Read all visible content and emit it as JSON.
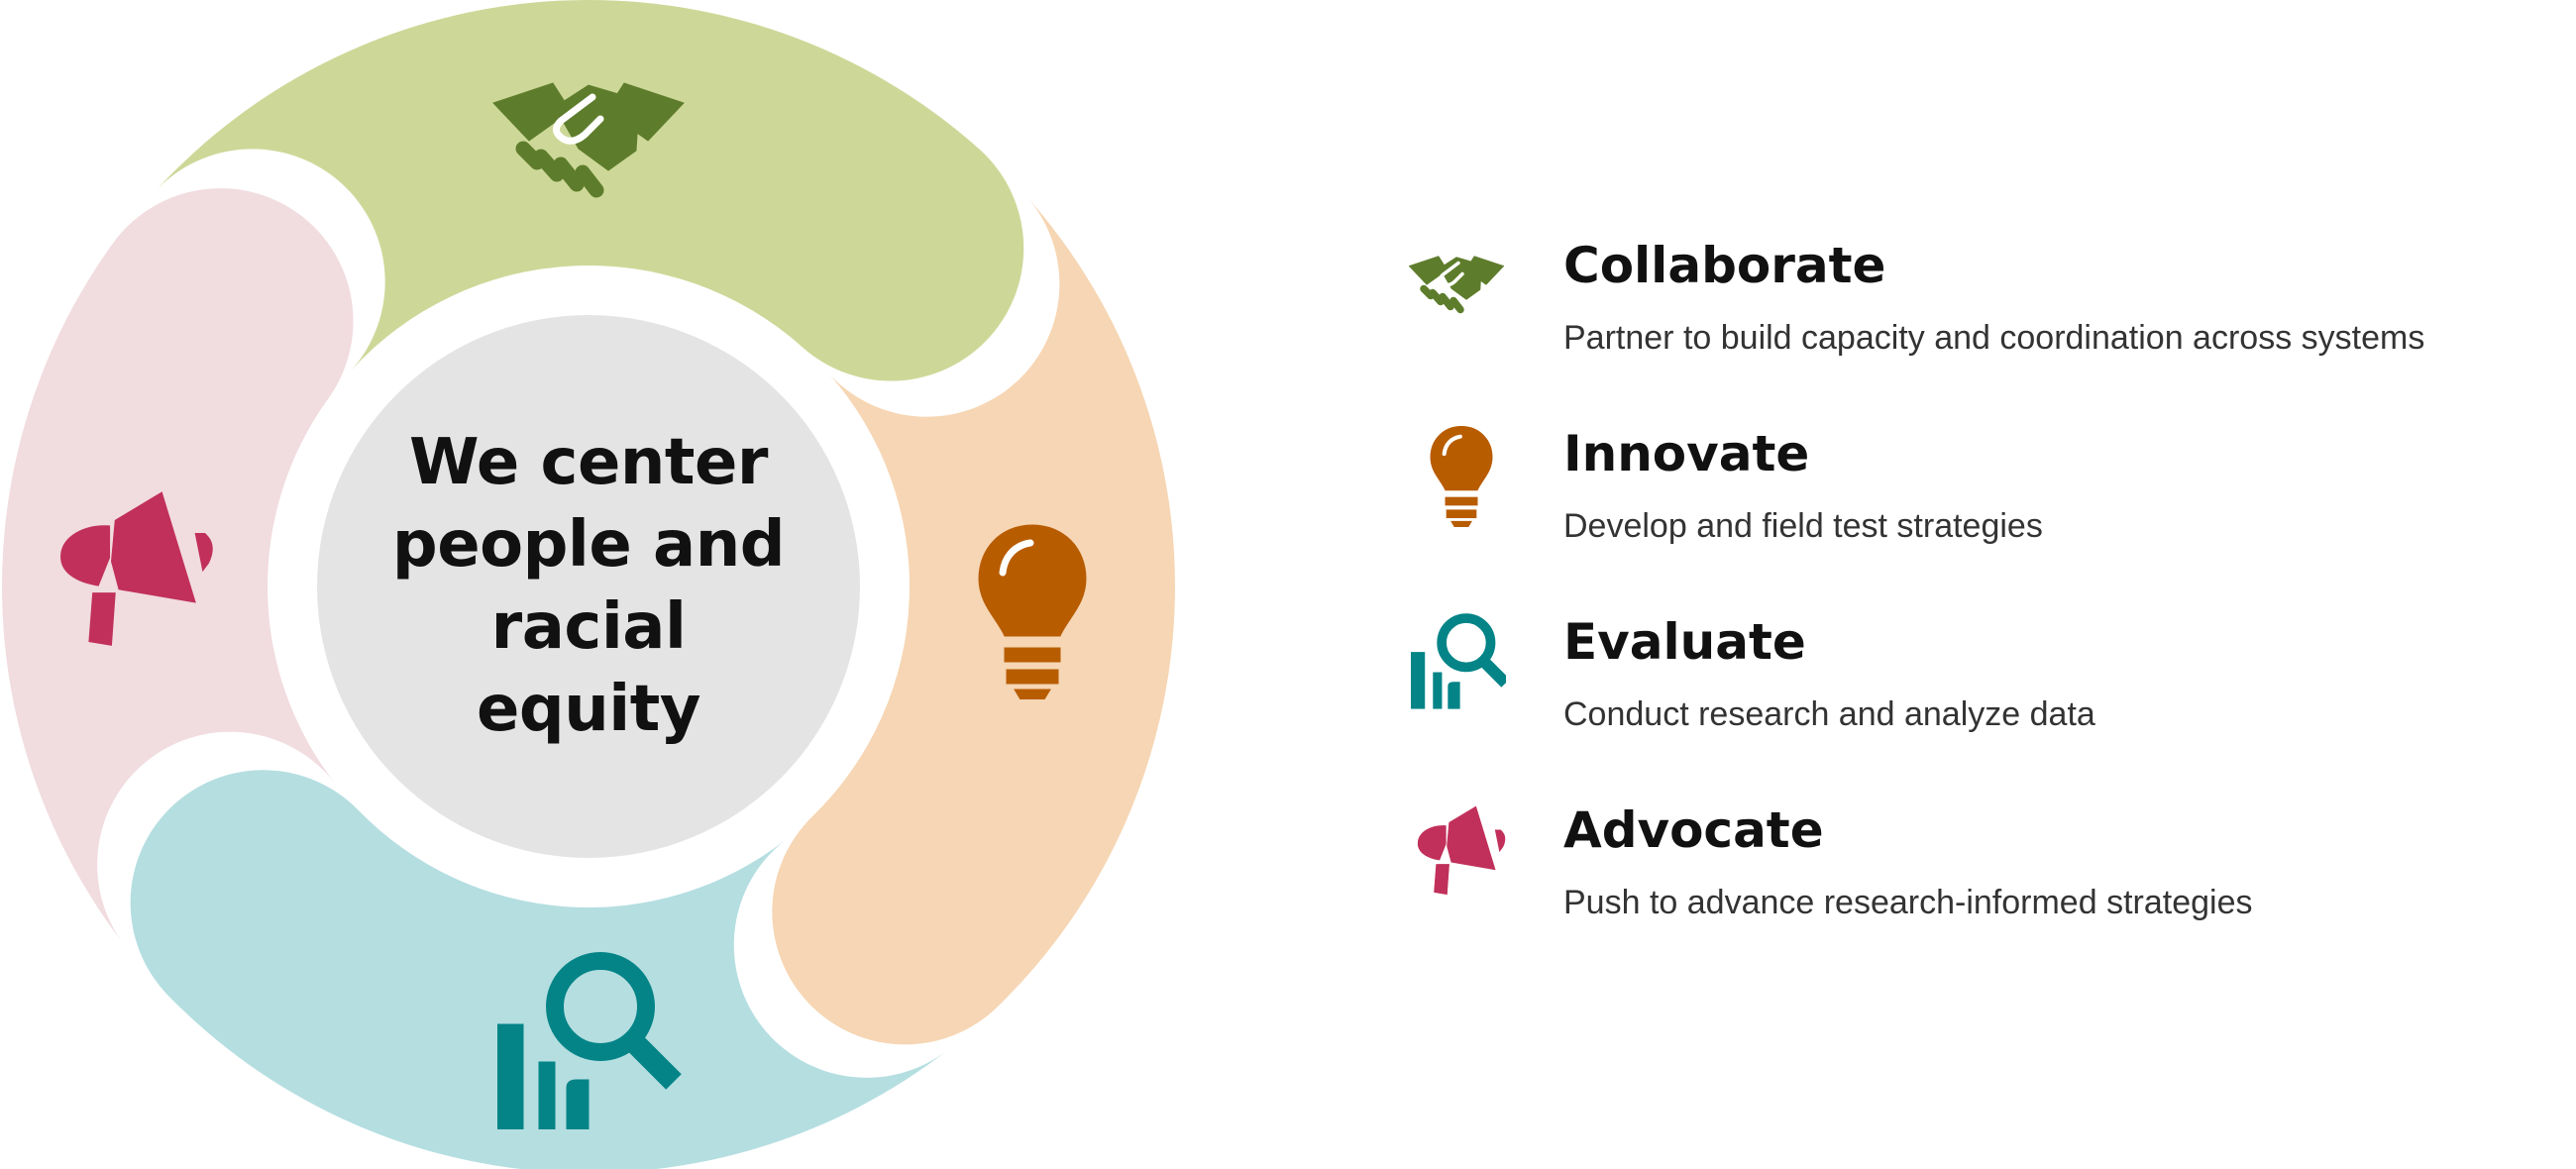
{
  "center": {
    "title": "We center people and racial equity"
  },
  "colors": {
    "collaborate_fill": "#cdd898",
    "collaborate_icon": "#5e7d2c",
    "innovate_fill": "#f6d6b4",
    "innovate_icon": "#b85c00",
    "evaluate_fill": "#b5dee1",
    "evaluate_icon": "#048487",
    "advocate_fill": "#f1dce0",
    "advocate_icon": "#c1305a",
    "center_fill": "#e4e4e4"
  },
  "items": [
    {
      "title": "Collaborate",
      "description": "Partner to build capacity and coordination across systems",
      "icon": "handshake-icon"
    },
    {
      "title": "Innovate",
      "description": "Develop and field test strategies",
      "icon": "lightbulb-icon"
    },
    {
      "title": "Evaluate",
      "description": "Conduct research and analyze data",
      "icon": "magnifier-chart-icon"
    },
    {
      "title": "Advocate",
      "description": "Push to advance research-informed strategies",
      "icon": "megaphone-icon"
    }
  ]
}
